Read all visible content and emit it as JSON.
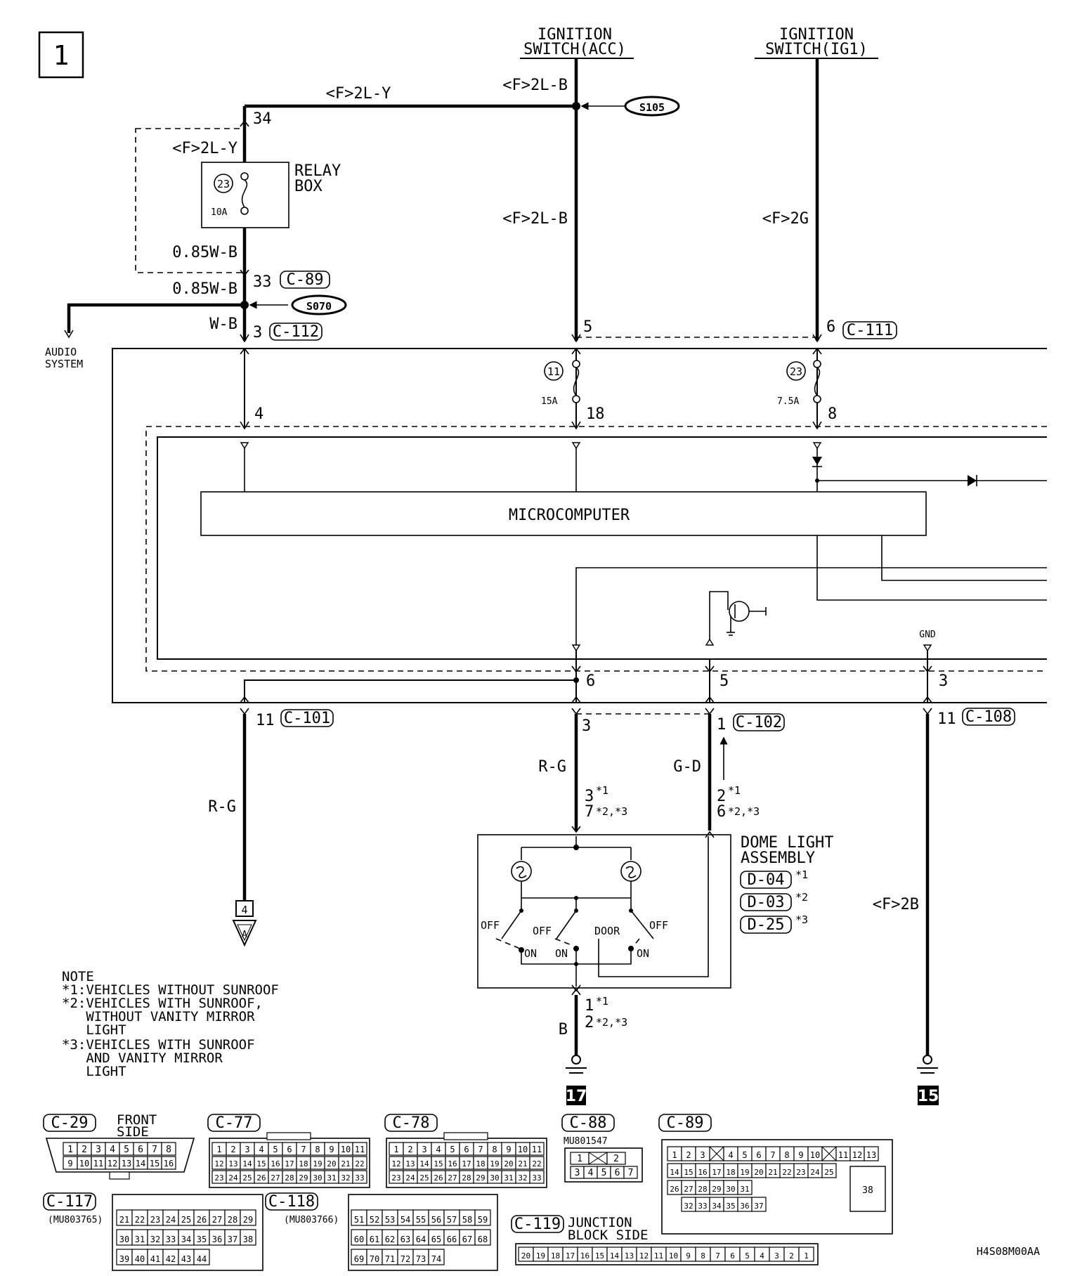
{
  "page": {
    "index_number": "1",
    "figure_code": "H4S08M00AA"
  },
  "sources": {
    "ign_acc": [
      "IGNITION",
      "SWITCH(ACC)"
    ],
    "ign_ig1": [
      "IGNITION",
      "SWITCH(IG1)"
    ]
  },
  "wires": {
    "top_horizontal": "<F>2L-Y",
    "acc_top": "<F>2L-B",
    "acc_mid": "<F>2L-B",
    "ig1_mid": "<F>2G",
    "relay_in": "<F>2L-Y",
    "relay_out": "0.85W-B",
    "relay_out2": "0.85W-B",
    "wb": "W-B",
    "rg_left": "R-G",
    "rg_mid": "R-G",
    "gd": "G-D",
    "b": "B",
    "f2b": "<F>2B"
  },
  "splices": {
    "s105": "S105",
    "s070": "S070"
  },
  "relay_box": {
    "label": [
      "RELAY",
      "BOX"
    ],
    "fuse_no": "23",
    "fuse_amp": "10A"
  },
  "fuses": {
    "f11_no": "11",
    "f11_amp": "15A",
    "f23_no": "23",
    "f23_amp": "7.5A"
  },
  "pins": {
    "p34": "34",
    "p33": "33",
    "p3": "3",
    "p5": "5",
    "p6a": "6",
    "p4": "4",
    "p18": "18",
    "p8": "8",
    "p6b": "6",
    "p5b": "5",
    "p3b": "3",
    "p11a": "11",
    "p3c": "3",
    "p1": "1",
    "p11b": "11",
    "d_top1": "3",
    "d_top1_note": "*1",
    "d_top2": "7",
    "d_top2_note": "*2,*3",
    "d_top3": "2",
    "d_top3_note": "*1",
    "d_top4": "6",
    "d_top4_note": "*2,*3",
    "d_bot1": "1",
    "d_bot1_note": "*1",
    "d_bot2": "2",
    "d_bot2_note": "*2,*3"
  },
  "connectors": {
    "c89": "C-89",
    "c112": "C-112",
    "c111": "C-111",
    "c101": "C-101",
    "c102": "C-102",
    "c108": "C-108"
  },
  "labels": {
    "audio_system": [
      "AUDIO",
      "SYSTEM"
    ],
    "microcomputer": "MICROCOMPUTER",
    "gnd": "GND",
    "ref_A": "A",
    "ref_4": "4",
    "ground_17": "17",
    "ground_15": "15"
  },
  "dome_light": {
    "title": [
      "DOME LIGHT",
      "ASSEMBLY"
    ],
    "conn1": "D-04",
    "conn1_note": "*1",
    "conn2": "D-03",
    "conn2_note": "*2",
    "conn3": "D-25",
    "conn3_note": "*3",
    "sw_off1": "OFF",
    "sw_off2": "OFF",
    "sw_door": "DOOR",
    "sw_off3": "OFF",
    "sw_on1": "ON",
    "sw_on2": "ON",
    "sw_on3": "ON"
  },
  "note": {
    "title": "NOTE",
    "lines": [
      "*1:VEHICLES WITHOUT SUNROOF",
      "*2:VEHICLES WITH SUNROOF,",
      "   WITHOUT VANITY MIRROR",
      "   LIGHT",
      "*3:VEHICLES WITH SUNROOF",
      "   AND VANITY MIRROR",
      "   LIGHT"
    ]
  },
  "connector_views": {
    "c29": {
      "name": "C-29",
      "caption": [
        "FRONT",
        "SIDE"
      ],
      "row1": [
        "1",
        "2",
        "3",
        "4",
        "5",
        "6",
        "7",
        "8"
      ],
      "row2": [
        "9",
        "10",
        "11",
        "12",
        "13",
        "14",
        "15",
        "16"
      ]
    },
    "c77": {
      "name": "C-77",
      "row1": [
        "1",
        "2",
        "3",
        "4",
        "5",
        "6",
        "7",
        "8",
        "9",
        "10",
        "11"
      ],
      "row2": [
        "12",
        "13",
        "14",
        "15",
        "16",
        "17",
        "18",
        "19",
        "20",
        "21",
        "22"
      ],
      "row3": [
        "23",
        "24",
        "25",
        "26",
        "27",
        "28",
        "29",
        "30",
        "31",
        "32",
        "33"
      ]
    },
    "c78": {
      "name": "C-78",
      "row1": [
        "1",
        "2",
        "3",
        "4",
        "5",
        "6",
        "7",
        "8",
        "9",
        "10",
        "11"
      ],
      "row2": [
        "12",
        "13",
        "14",
        "15",
        "16",
        "17",
        "18",
        "19",
        "20",
        "21",
        "22"
      ],
      "row3": [
        "23",
        "24",
        "25",
        "26",
        "27",
        "28",
        "29",
        "30",
        "31",
        "32",
        "33"
      ]
    },
    "c88": {
      "name": "C-88",
      "part": "MU801547",
      "row1": [
        "1",
        "",
        "2"
      ],
      "row2": [
        "3",
        "4",
        "5",
        "6",
        "7"
      ]
    },
    "c89": {
      "name": "C-89",
      "row1": [
        "1",
        "2",
        "3",
        "",
        "4",
        "5",
        "6",
        "7",
        "8",
        "9",
        "10",
        "",
        "11",
        "12",
        "13"
      ],
      "row2": [
        "14",
        "15",
        "16",
        "17",
        "18",
        "19",
        "20",
        "21",
        "22",
        "23",
        "24",
        "25"
      ],
      "row3": [
        "26",
        "27",
        "28",
        "29",
        "30",
        "31"
      ],
      "row4": [
        "32",
        "33",
        "34",
        "35",
        "36",
        "37"
      ],
      "big": "38"
    },
    "c117": {
      "name": "C-117",
      "part": "(MU803765)",
      "row1": [
        "21",
        "22",
        "23",
        "24",
        "25",
        "26",
        "27",
        "28",
        "29"
      ],
      "row2": [
        "30",
        "31",
        "32",
        "33",
        "34",
        "35",
        "36",
        "37",
        "38"
      ],
      "row3": [
        "39",
        "40",
        "41",
        "42",
        "43",
        "44"
      ]
    },
    "c118": {
      "name": "C-118",
      "part": "(MU803766)",
      "row1": [
        "51",
        "52",
        "53",
        "54",
        "55",
        "56",
        "57",
        "58",
        "59"
      ],
      "row2": [
        "60",
        "61",
        "62",
        "63",
        "64",
        "65",
        "66",
        "67",
        "68"
      ],
      "row3": [
        "69",
        "70",
        "71",
        "72",
        "73",
        "74"
      ]
    },
    "c119": {
      "name": "C-119",
      "caption": [
        "JUNCTION",
        "BLOCK SIDE"
      ],
      "row": [
        "20",
        "19",
        "18",
        "17",
        "16",
        "15",
        "14",
        "13",
        "12",
        "11",
        "10",
        "9",
        "8",
        "7",
        "6",
        "5",
        "4",
        "3",
        "2",
        "1"
      ]
    }
  }
}
